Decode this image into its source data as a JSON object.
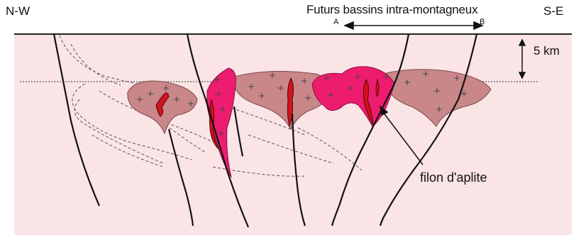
{
  "labels": {
    "left_orientation": "N-W",
    "right_orientation": "S-E",
    "basins": "Futurs bassins intra-montagneux",
    "point_a": "A",
    "point_b": "B",
    "scale": "5 km",
    "aplite_dyke": "filon d'aplite"
  },
  "colors": {
    "background": "#fbe4e6",
    "granite_body": "#c9878a",
    "leucogranite": "#ee1c6e",
    "aplite": "#b5121b",
    "fault_line": "#111111"
  }
}
